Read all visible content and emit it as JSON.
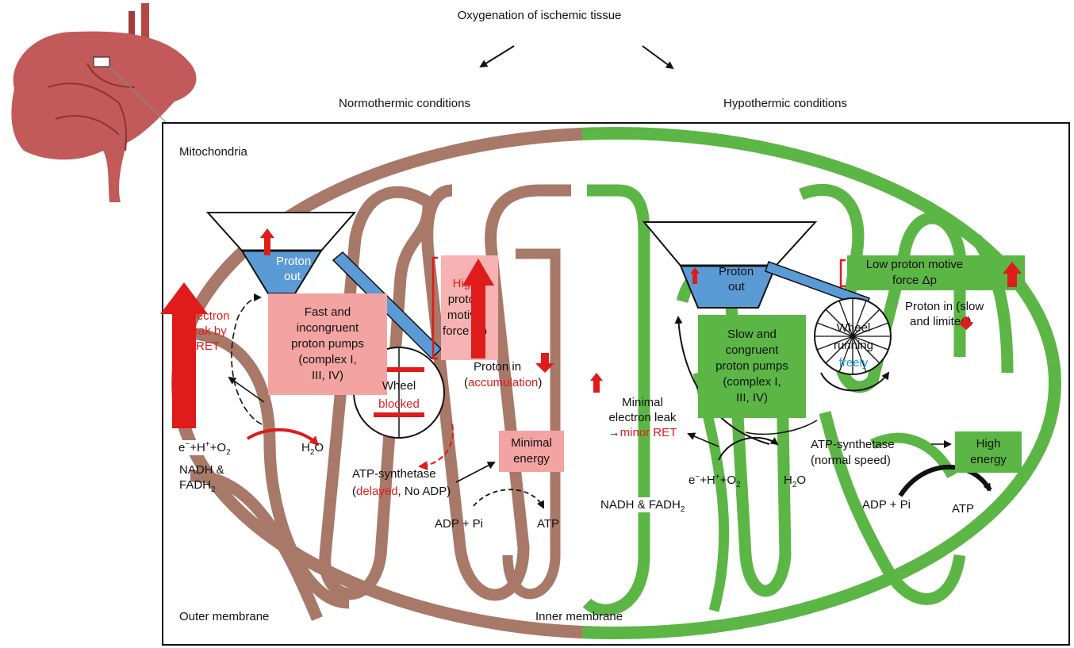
{
  "header": {
    "title": "Oxygenation of ischemic tissue",
    "left_condition": "Normothermic conditions",
    "right_condition": "Hypothermic conditions"
  },
  "frame_labels": {
    "mitochondria": "Mitochondria",
    "outer_membrane": "Outer membrane",
    "inner_membrane": "Inner membrane"
  },
  "normothermic": {
    "funnel_label_1": "Proton",
    "funnel_label_2": "out",
    "electron_leak_1": "Electron",
    "electron_leak_2": "leak by",
    "electron_leak_3": "RET",
    "pumps_1": "Fast and",
    "pumps_2": "incongruent",
    "pumps_3": "proton pumps",
    "pumps_4": "(complex I,",
    "pumps_5": "III, IV)",
    "force_1": "High",
    "force_2": "proton",
    "force_3": "motive",
    "force_4": "force Δp",
    "proton_in": "Proton in",
    "accumulation": "accumulation",
    "wheel": "Wheel",
    "wheel_state": "blocked",
    "reaction_e": "e",
    "reaction_h": "+H",
    "reaction_o": "+O",
    "water_h": "H",
    "water_o": "O",
    "nadh_1": "NADH &",
    "nadh_2": "FADH",
    "atp_synthetase": "ATP-synthetase",
    "delayed": "delayed",
    "no_adp": ", No ADP)",
    "energy_1": "Minimal",
    "energy_2": "energy",
    "adp": "ADP + Pi",
    "atp": "ATP"
  },
  "hypothermic": {
    "funnel_label_1": "Proton",
    "funnel_label_2": "out",
    "force_1": "Low proton motive",
    "force_2": "force Δp",
    "proton_in_1": "Proton in (slow",
    "proton_in_2": "and limited)",
    "pumps_1": "Slow and",
    "pumps_2": "congruent",
    "pumps_3": "proton pumps",
    "pumps_4": "(complex I,",
    "pumps_5": "III, IV)",
    "wheel_1": "Wheel",
    "wheel_2": "running",
    "wheel_3": "freely",
    "leak_1": "Minimal",
    "leak_2": "electron leak",
    "leak_3": "minor RET",
    "reaction_e": "e",
    "reaction_h": "+H",
    "reaction_o": "+O",
    "water_h": "H",
    "water_o": "O",
    "nadh": "NADH & FADH",
    "atp_synthetase_1": "ATP-synthetase",
    "atp_synthetase_2": "(normal speed)",
    "energy_1": "High",
    "energy_2": "energy",
    "adp": "ADP + Pi",
    "atp": "ATP"
  },
  "colors": {
    "normothermic_membrane": "#a87868",
    "hypothermic_membrane": "#5cb645",
    "highlight_red": "#e01b1b",
    "funnel_blue": "#5b9bd5",
    "pink_box": "#f4a3a3",
    "green_box": "#5cb645",
    "liver": "#c25a5a"
  }
}
